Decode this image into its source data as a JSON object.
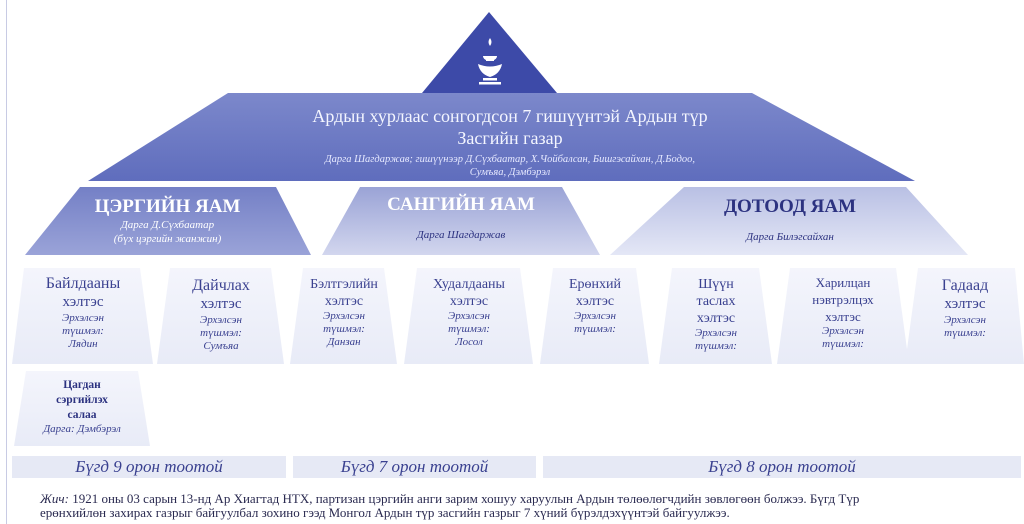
{
  "government": {
    "title_line1": "Ардын хурлаас сонгогдсон 7 гишүүнтэй Ардын түр",
    "title_line2": "Засгийн газар",
    "members_line1": "Дарга Шагдаржав; гишүүнээр Д.Сүхбаатар, Х.Чойбалсан, Бишгэсайхан, Д.Бодоо,",
    "members_line2": "Сумъяа, Дэмбэрэл"
  },
  "ministries": [
    {
      "title": "ЦЭРГИЙН ЯАМ",
      "sub1": "Дарга Д.Сүхбаатар",
      "sub2": "(бүх цэргийн жанжин)"
    },
    {
      "title": "САНГИЙН ЯАМ",
      "sub1": "Дарга Шагдаржав"
    },
    {
      "title": "ДОТООД ЯАМ",
      "sub1": "Дарга Билэгсайхан"
    }
  ],
  "departments": [
    {
      "l1": "Байлдааны",
      "l2": "хэлтэс",
      "i1": "Эрхэлсэн",
      "i2": "түшмэл:",
      "i3": "Лядин"
    },
    {
      "l1": "Дайчлах",
      "l2": "хэлтэс",
      "i1": "Эрхэлсэн",
      "i2": "түшмэл:",
      "i3": "Сумъяа"
    },
    {
      "l1": "Бэлтгэлийн",
      "l2": "хэлтэс",
      "i1": "Эрхэлсэн",
      "i2": "түшмэл:",
      "i3": "Данзан"
    },
    {
      "l1": "Худалдааны",
      "l2": "хэлтэс",
      "i1": "Эрхэлсэн",
      "i2": "түшмэл:",
      "i3": "Лосол"
    },
    {
      "l1": "Ерөнхий",
      "l2": "хэлтэс",
      "i1": "Эрхэлсэн",
      "i2": "түшмэл:"
    },
    {
      "l1": "Шүүн",
      "l2": "таслах",
      "l3": "хэлтэс",
      "i1": "Эрхэлсэн",
      "i2": "түшмэл:"
    },
    {
      "l1": "Харилцан",
      "l2": "нэвтрэлцэх",
      "l3": "хэлтэс",
      "i1": "Эрхэлсэн",
      "i2": "түшмэл:"
    },
    {
      "l1": "Гадаад",
      "l2": "хэлтэс",
      "i1": "Эрхэлсэн",
      "i2": "түшмэл:"
    }
  ],
  "branch": {
    "l1": "Цагдан",
    "l2": "сэргийлэх",
    "l3": "салаа",
    "i1": "Дарга: Дэмбэрэл"
  },
  "totals": [
    "Бүгд 9 орон тоотой",
    "Бүгд 7 орон тоотой",
    "Бүгд 8 орон тоотой"
  ],
  "note": {
    "label": "Жич:",
    "line1": " 1921 оны 03 сарын 13-нд Ар Хиагтад НТХ, партизан цэргийн анги зарим хошуу харуулын Ардын төлөөлөгчдийн зөвлөгөөн болжээ. Бүгд Түр",
    "line2": "ерөнхийлөн захирах газрыг байгуулбал зохино гээд Монгол Ардын түр засгийн газрыг 7 хүний бүрэлдэхүүнтэй байгуулжээ."
  },
  "colors": {
    "apex": "#3d4aa8",
    "government": "#6f7cc4",
    "ministry_dark": "#7480c6",
    "ministry_light": "#b5bce2",
    "department": "#eef0f9",
    "totals_band": "#e6e9f5"
  }
}
